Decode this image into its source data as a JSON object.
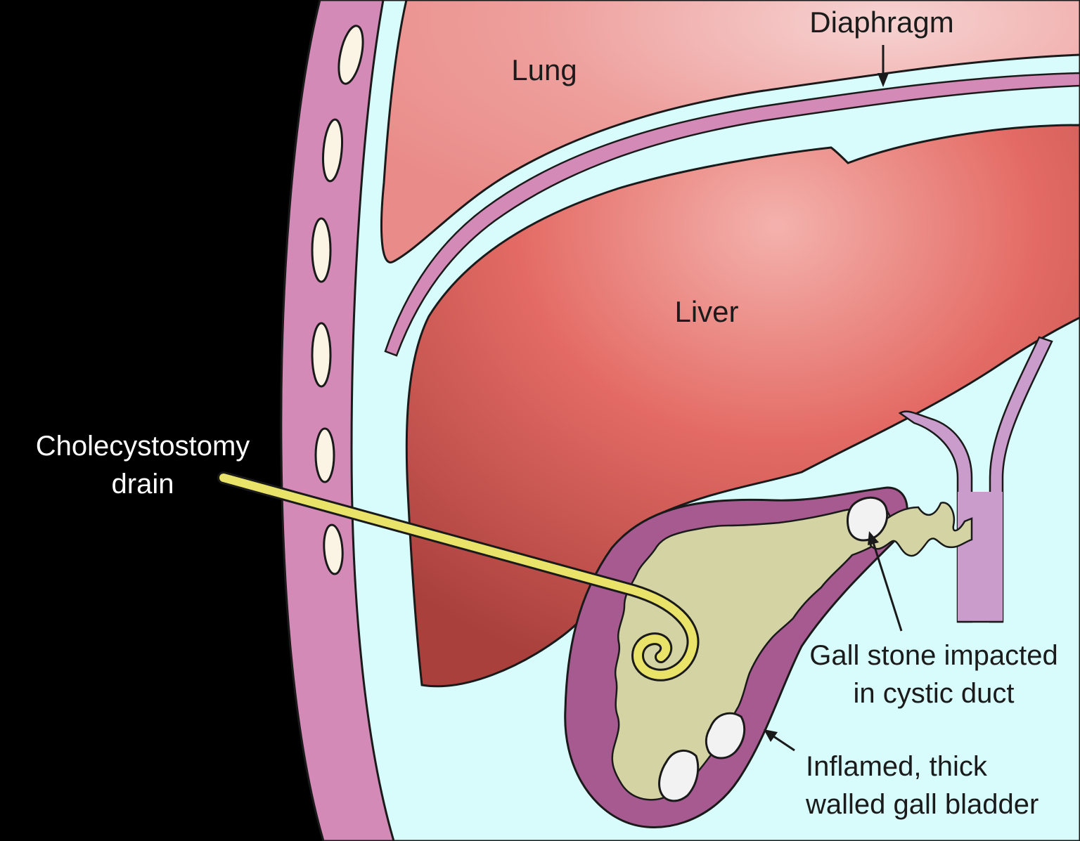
{
  "labels": {
    "diaphragm": "Diaphragm",
    "lung": "Lung",
    "liver": "Liver",
    "drain_line1": "Cholecystostomy",
    "drain_line2": "drain",
    "stone_line1": "Gall stone impacted",
    "stone_line2": "in cystic duct",
    "wall_line1": "Inflamed, thick",
    "wall_line2": "walled gall bladder"
  },
  "colors": {
    "background": "#000000",
    "body_wall": "#d48ab6",
    "cavity": "#d8fbfb",
    "lung": "#ee9b98",
    "liver": "#e0645f",
    "gallbladder_wall": "#a65a90",
    "bile": "#d3d3a4",
    "drain": "#e9e36a",
    "duct": "#c99ccc",
    "stone": "#f2f2f2",
    "rib": "#fbf4e4"
  }
}
